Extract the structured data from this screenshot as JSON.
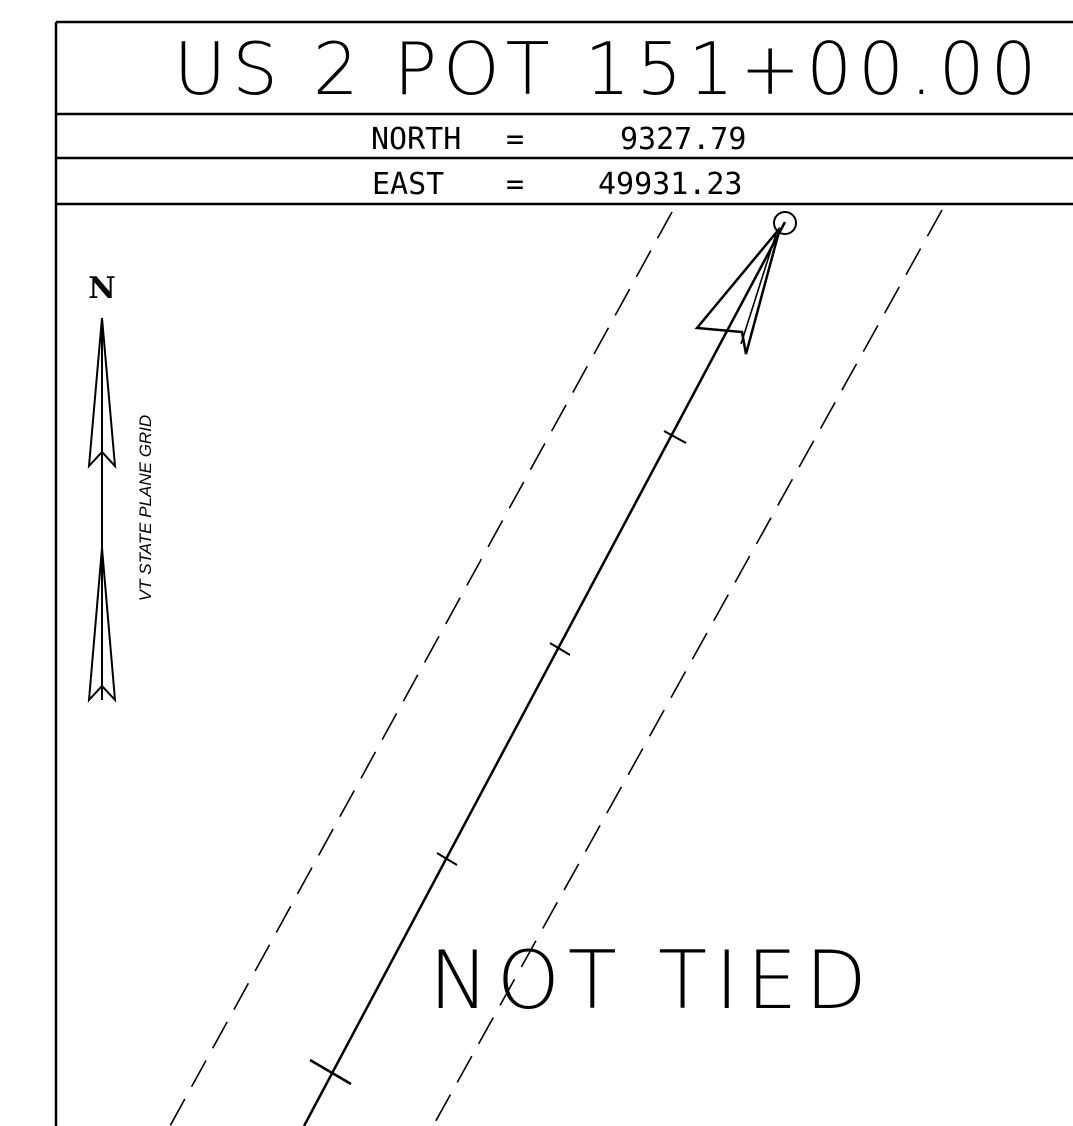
{
  "header": {
    "title": "US 2 POT 151+00.00"
  },
  "coordinates": {
    "north_label": "NORTH",
    "north_eq": "=",
    "north_value": "9327.79",
    "east_label": "EAST",
    "east_eq": "=",
    "east_value": "49931.23"
  },
  "north_arrow": {
    "letter": "N",
    "grid_label": "VT STATE PLANE GRID"
  },
  "note": {
    "text": "NOT TIED"
  }
}
